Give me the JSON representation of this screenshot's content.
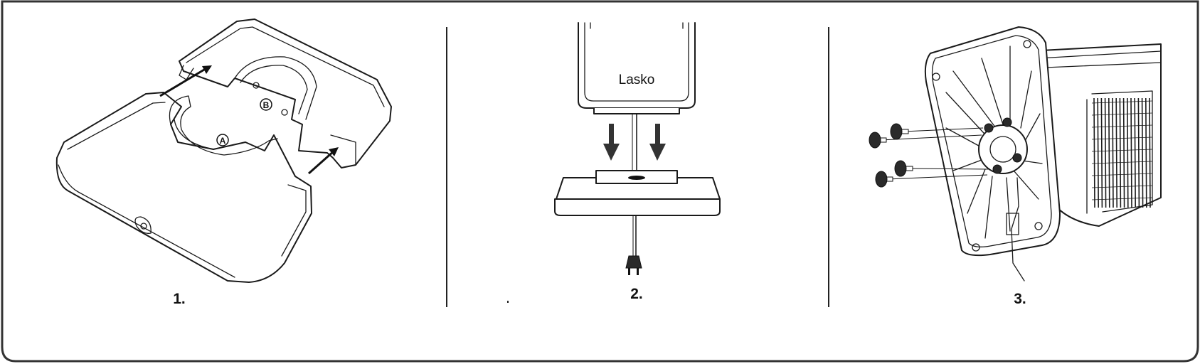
{
  "steps": [
    {
      "number": "1.",
      "callouts": [
        "A",
        "B"
      ]
    },
    {
      "number": "2.",
      "brand": "Lasko"
    },
    {
      "number": "3."
    }
  ],
  "colors": {
    "line": "#1a1a1a",
    "background": "#ffffff"
  }
}
